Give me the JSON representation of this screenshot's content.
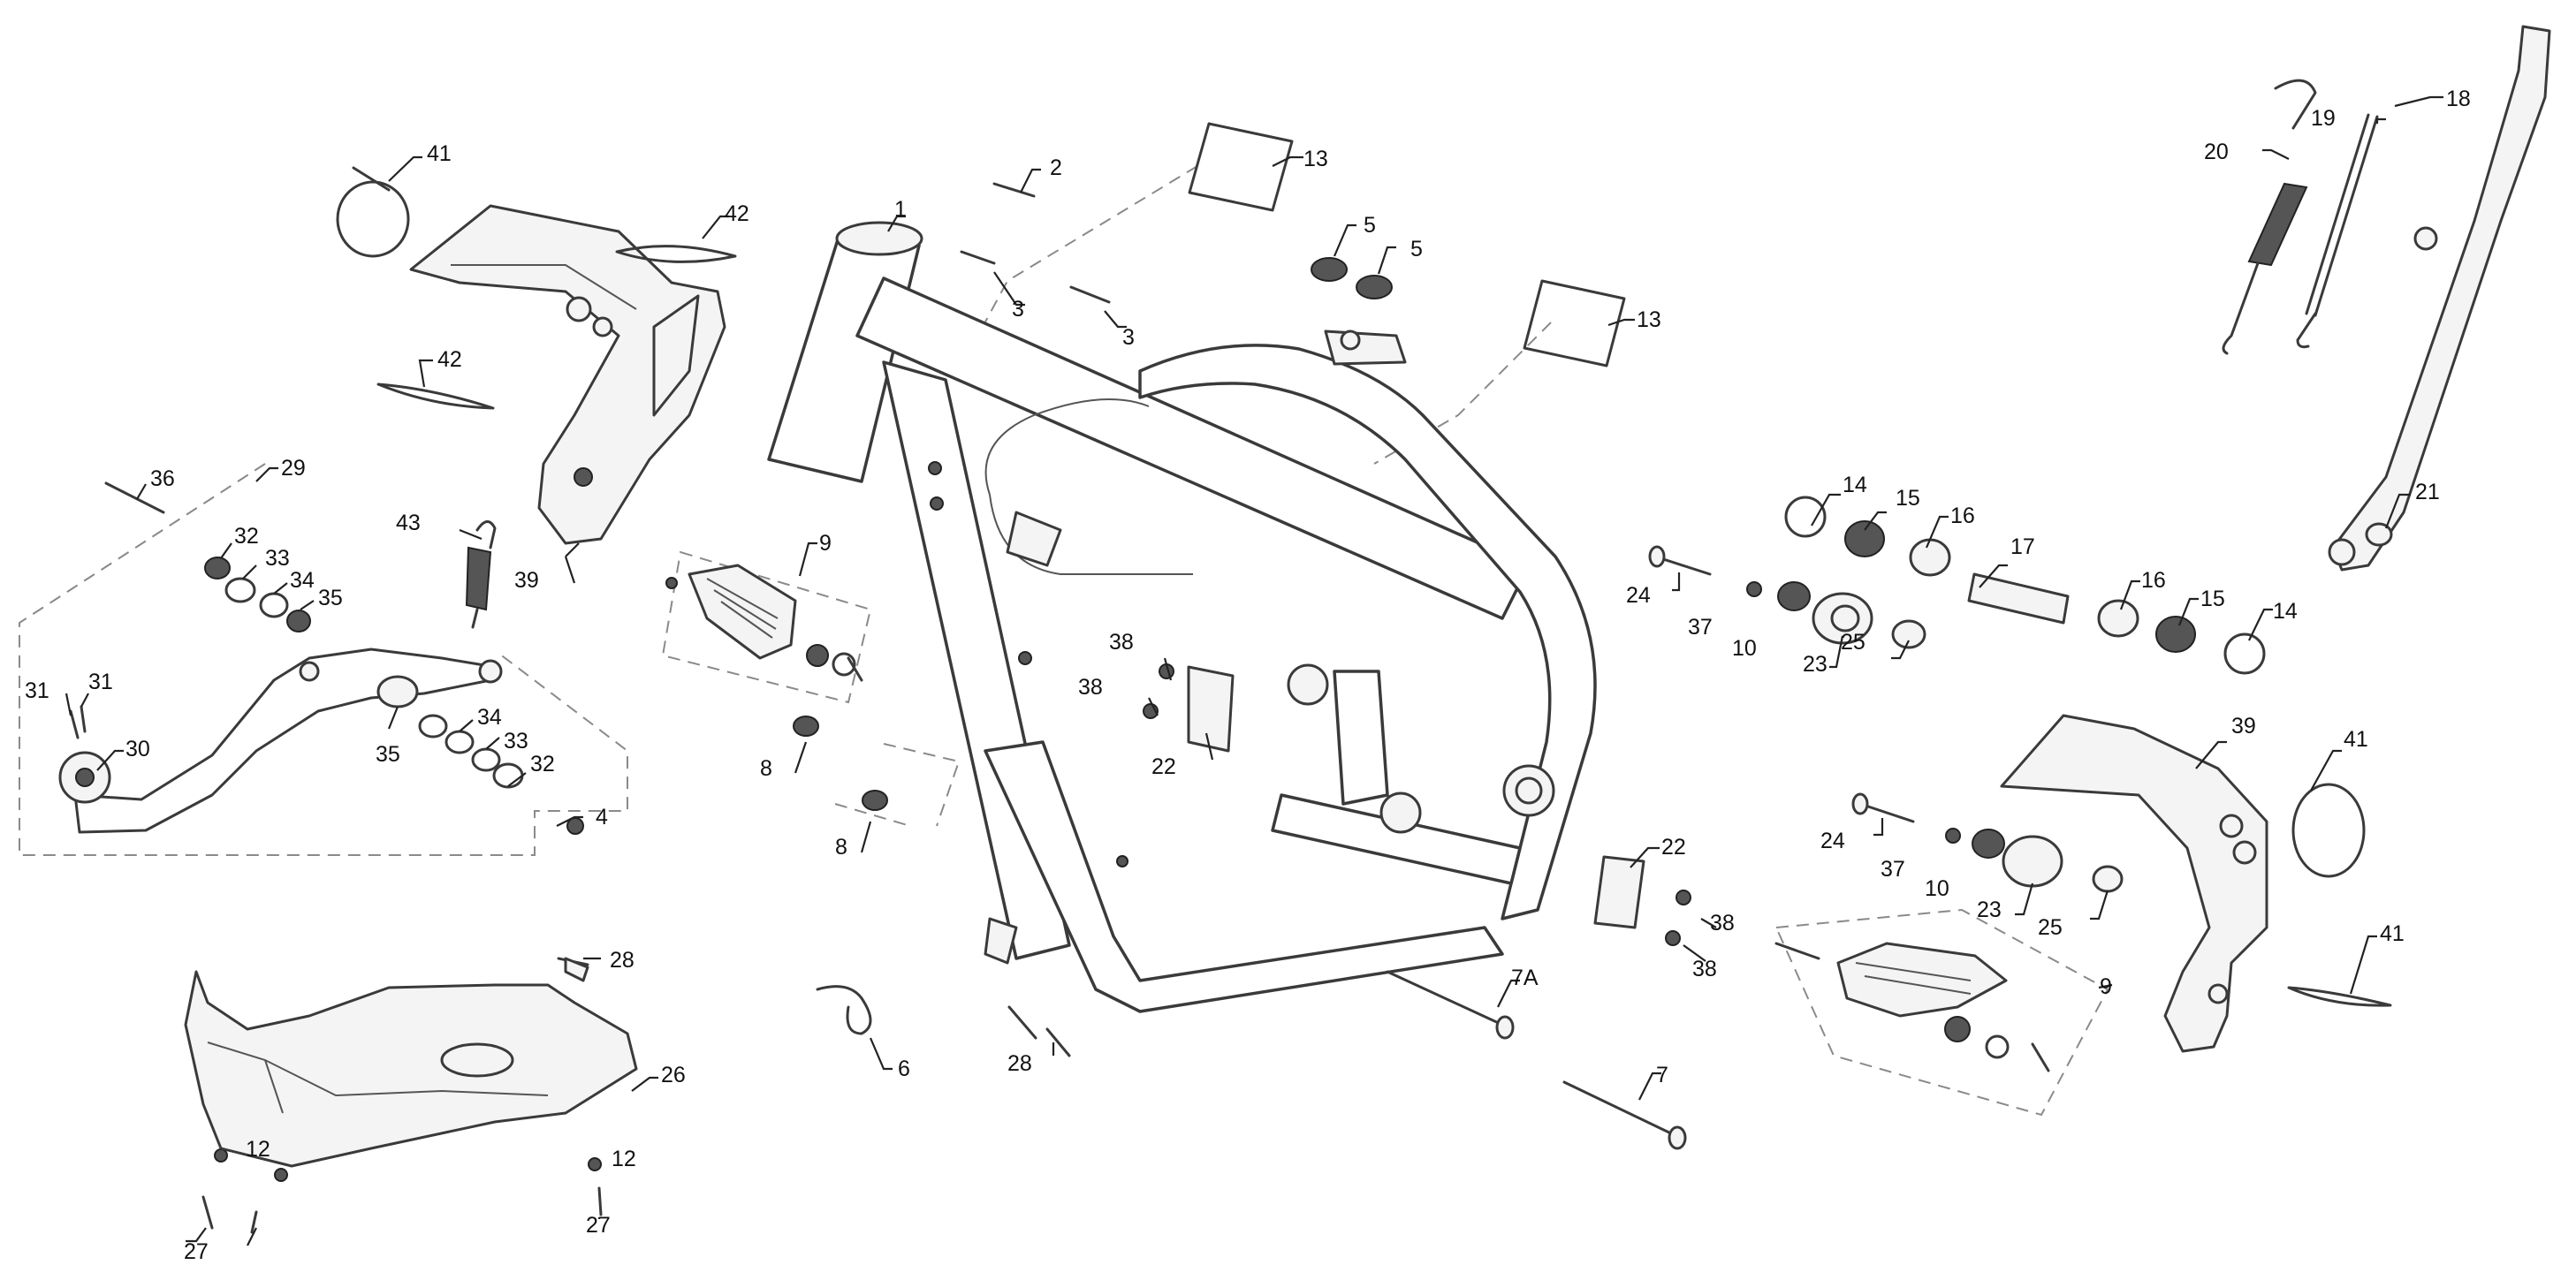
{
  "diagram": {
    "type": "exploded-parts-diagram",
    "line_color": "#3a3a3a",
    "callouts": [
      {
        "id": "c1",
        "label": "1"
      },
      {
        "id": "c2",
        "label": "2"
      },
      {
        "id": "c3a",
        "label": "3"
      },
      {
        "id": "c3b",
        "label": "3"
      },
      {
        "id": "c4",
        "label": "4"
      },
      {
        "id": "c5a",
        "label": "5"
      },
      {
        "id": "c5b",
        "label": "5"
      },
      {
        "id": "c6",
        "label": "6"
      },
      {
        "id": "c7",
        "label": "7"
      },
      {
        "id": "c7a",
        "label": "7A"
      },
      {
        "id": "c8a",
        "label": "8"
      },
      {
        "id": "c8b",
        "label": "8"
      },
      {
        "id": "c9a",
        "label": "9"
      },
      {
        "id": "c9b",
        "label": "9"
      },
      {
        "id": "c10a",
        "label": "10"
      },
      {
        "id": "c10b",
        "label": "10"
      },
      {
        "id": "c12a",
        "label": "12"
      },
      {
        "id": "c12b",
        "label": "12"
      },
      {
        "id": "c13a",
        "label": "13"
      },
      {
        "id": "c13b",
        "label": "13"
      },
      {
        "id": "c14a",
        "label": "14"
      },
      {
        "id": "c14b",
        "label": "14"
      },
      {
        "id": "c15a",
        "label": "15"
      },
      {
        "id": "c15b",
        "label": "15"
      },
      {
        "id": "c16a",
        "label": "16"
      },
      {
        "id": "c16b",
        "label": "16"
      },
      {
        "id": "c17",
        "label": "17"
      },
      {
        "id": "c18",
        "label": "18"
      },
      {
        "id": "c19",
        "label": "19"
      },
      {
        "id": "c20",
        "label": "20"
      },
      {
        "id": "c21",
        "label": "21"
      },
      {
        "id": "c22a",
        "label": "22"
      },
      {
        "id": "c22b",
        "label": "22"
      },
      {
        "id": "c23a",
        "label": "23"
      },
      {
        "id": "c23b",
        "label": "23"
      },
      {
        "id": "c24a",
        "label": "24"
      },
      {
        "id": "c24b",
        "label": "24"
      },
      {
        "id": "c25a",
        "label": "25"
      },
      {
        "id": "c25b",
        "label": "25"
      },
      {
        "id": "c26",
        "label": "26"
      },
      {
        "id": "c27a",
        "label": "27"
      },
      {
        "id": "c27b",
        "label": "27"
      },
      {
        "id": "c28a",
        "label": "28"
      },
      {
        "id": "c28b",
        "label": "28"
      },
      {
        "id": "c29",
        "label": "29"
      },
      {
        "id": "c30",
        "label": "30"
      },
      {
        "id": "c31a",
        "label": "31"
      },
      {
        "id": "c31b",
        "label": "31"
      },
      {
        "id": "c32a",
        "label": "32"
      },
      {
        "id": "c32b",
        "label": "32"
      },
      {
        "id": "c33a",
        "label": "33"
      },
      {
        "id": "c33b",
        "label": "33"
      },
      {
        "id": "c34a",
        "label": "34"
      },
      {
        "id": "c34b",
        "label": "34"
      },
      {
        "id": "c35a",
        "label": "35"
      },
      {
        "id": "c35b",
        "label": "35"
      },
      {
        "id": "c36",
        "label": "36"
      },
      {
        "id": "c37a",
        "label": "37"
      },
      {
        "id": "c37b",
        "label": "37"
      },
      {
        "id": "c38a",
        "label": "38"
      },
      {
        "id": "c38b",
        "label": "38"
      },
      {
        "id": "c38c",
        "label": "38"
      },
      {
        "id": "c38d",
        "label": "38"
      },
      {
        "id": "c39a",
        "label": "39"
      },
      {
        "id": "c39b",
        "label": "39"
      },
      {
        "id": "c41a",
        "label": "41"
      },
      {
        "id": "c41b",
        "label": "41"
      },
      {
        "id": "c41c",
        "label": "41"
      },
      {
        "id": "c42a",
        "label": "42"
      },
      {
        "id": "c42b",
        "label": "42"
      },
      {
        "id": "c43",
        "label": "43"
      }
    ]
  }
}
